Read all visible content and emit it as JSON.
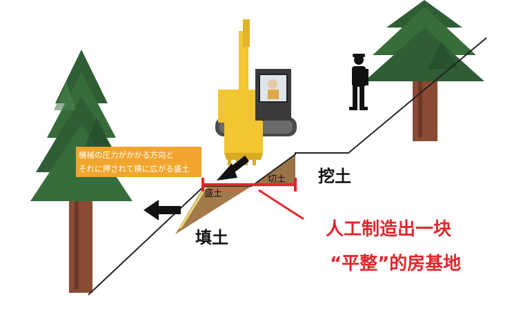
{
  "note": {
    "line1": "機械の圧力がかかる方向と",
    "line2": "それに押されて横に広がる盛土"
  },
  "labels": {
    "cut_large": "挖土",
    "fill_large": "填土",
    "cut_small": "切土",
    "fill_small": "盛土"
  },
  "message": {
    "line1": "人工制造出一块",
    "line2": "“平整”的房基地"
  },
  "colors": {
    "accent_red": "#e3262b",
    "note_bg": "#f1a52c",
    "soil": "#9a7447",
    "machine_yellow": "#f2c531"
  },
  "icons": [
    "tree-icon",
    "excavator-icon",
    "worker-icon",
    "arrow-left-icon",
    "arrow-down-left-icon"
  ]
}
